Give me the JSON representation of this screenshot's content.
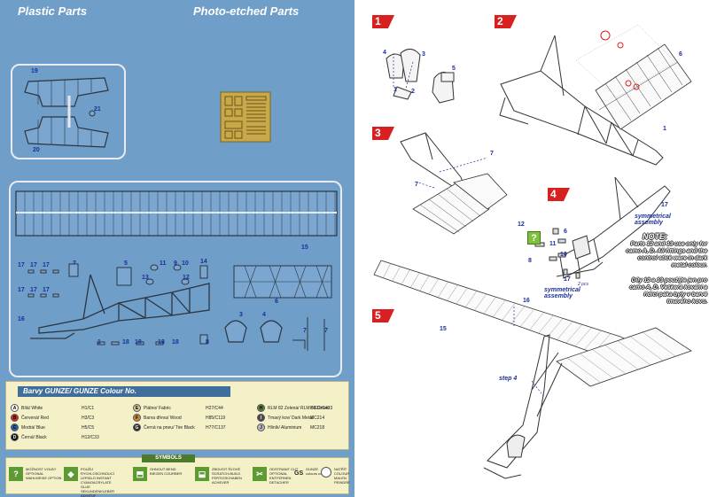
{
  "headers": {
    "plastic_parts": "Plastic Parts",
    "photo_etched_parts": "Photo-etched Parts"
  },
  "sprue_labels": {
    "p19": "19",
    "p20": "20",
    "p21": "21",
    "p15": "15",
    "p17a": "17",
    "p17b": "17",
    "p17c": "17",
    "p2": "2",
    "p5": "5",
    "p11": "11",
    "p9": "9",
    "p10": "10",
    "p14": "14",
    "p17d": "17",
    "p17e": "17",
    "p17f": "17",
    "p13": "13",
    "p12": "12",
    "p16": "16",
    "p6": "6",
    "p1": "1",
    "p18a": "18",
    "p18b": "18",
    "p18c": "18",
    "p18d": "18",
    "p8": "8",
    "p3": "3",
    "p4": "4",
    "p7a": "7",
    "p7b": "7"
  },
  "colors": {
    "title": "Barvy GUNZE/ GUNZE Colour No.",
    "items": [
      {
        "letter": "A",
        "name": "Bílá/ White",
        "code": "H1/C1",
        "hex": "#ffffff"
      },
      {
        "letter": "B",
        "name": "Červená/ Red",
        "code": "H3/C3",
        "hex": "#d12a1d"
      },
      {
        "letter": "C",
        "name": "Modrá/ Blue",
        "code": "H5/C5",
        "hex": "#2a5fb0"
      },
      {
        "letter": "D",
        "name": "Černá/ Black",
        "code": "H12/C33",
        "hex": "#111111"
      },
      {
        "letter": "E",
        "name": "Plátno/ Fabric",
        "code": "H27/C44",
        "hex": "#d8c79a"
      },
      {
        "letter": "F",
        "name": "Barva dřeva/ Wood",
        "code": "H85/C119",
        "hex": "#c98a3c"
      },
      {
        "letter": "G",
        "name": "Černá na pneu/ Tire Black",
        "code": "H77/C137",
        "hex": "#2b2b2b"
      },
      {
        "letter": "H",
        "name": "RLM 82 Zelená/ RLM 83 Green",
        "code": "H423/C423",
        "hex": "#5f7a3a"
      },
      {
        "letter": "I",
        "name": "Tmavý kov/ Dark Metal",
        "code": "MC214",
        "hex": "#4a4a4f"
      },
      {
        "letter": "J",
        "name": "Hliník/ Aluminium",
        "code": "MC218",
        "hex": "#b9bcc0"
      }
    ]
  },
  "symbols": {
    "title": "SYMBOLS",
    "items": [
      {
        "icon": "?",
        "text": "MOŽNOST VOLBY OPTIONAL WAHLWEISE OPTION"
      },
      {
        "icon": "◆",
        "text": "POUŽIJ RYCHLOSCHNOUCÍ LEPIDLO INSTANT CYANOACRYLATE GLUE SEKUNDENKLEBER ADHÉSIF CYANOACRYLATE"
      },
      {
        "icon": "⬒",
        "text": "OHNOUT BEND BIEGEN COURBER"
      },
      {
        "icon": "⬓",
        "text": "ZBOUSIT ŠVOVÉ SCRATCH-BUILD FERTIGSCHABEN ACHEVER"
      },
      {
        "icon": "✂",
        "text": "ODSTRANIT CUT OPTIONAL ENTFERNEN DETACHER"
      },
      {
        "icon": "GS",
        "text": "GUNZE colours code"
      },
      {
        "icon": "",
        "text": "NATŘÍT COLOUR MALEN PEINDRE"
      }
    ]
  },
  "steps": {
    "s1": "1",
    "s2": "2",
    "s3": "3",
    "s4": "4",
    "s5": "5"
  },
  "step1_labels": {
    "l4": "4",
    "l3": "3",
    "l1": "1",
    "l2": "2",
    "l5": "5"
  },
  "step2_labels": {
    "l6": "6",
    "l1": "1"
  },
  "step3_labels": {
    "l7a": "7",
    "l7b": "7"
  },
  "step4_labels": {
    "l12": "12",
    "l6": "6",
    "l11": "11",
    "l8": "8",
    "l10": "10",
    "l17a": "17",
    "l17b": "17"
  },
  "step5_labels": {
    "l16": "16",
    "l15": "15"
  },
  "notes": {
    "symmetrical_assembly_1": "symmetrical assembly",
    "symmetrical_assembly_2": "symmetrical assembly",
    "pcs": "2 pcs",
    "note_title": "NOTE:",
    "note_en": "Parts 12 and 13 use only for camo A, D. All fittings and the control stick were in dark metal colour.",
    "note_cz": "Díly 12 a 13 použijte jen pro camo A, D. Veškerá kování a řídicí páka byly v barvě tmavého kovu.",
    "step4_ref": "step 4",
    "q": "?"
  }
}
